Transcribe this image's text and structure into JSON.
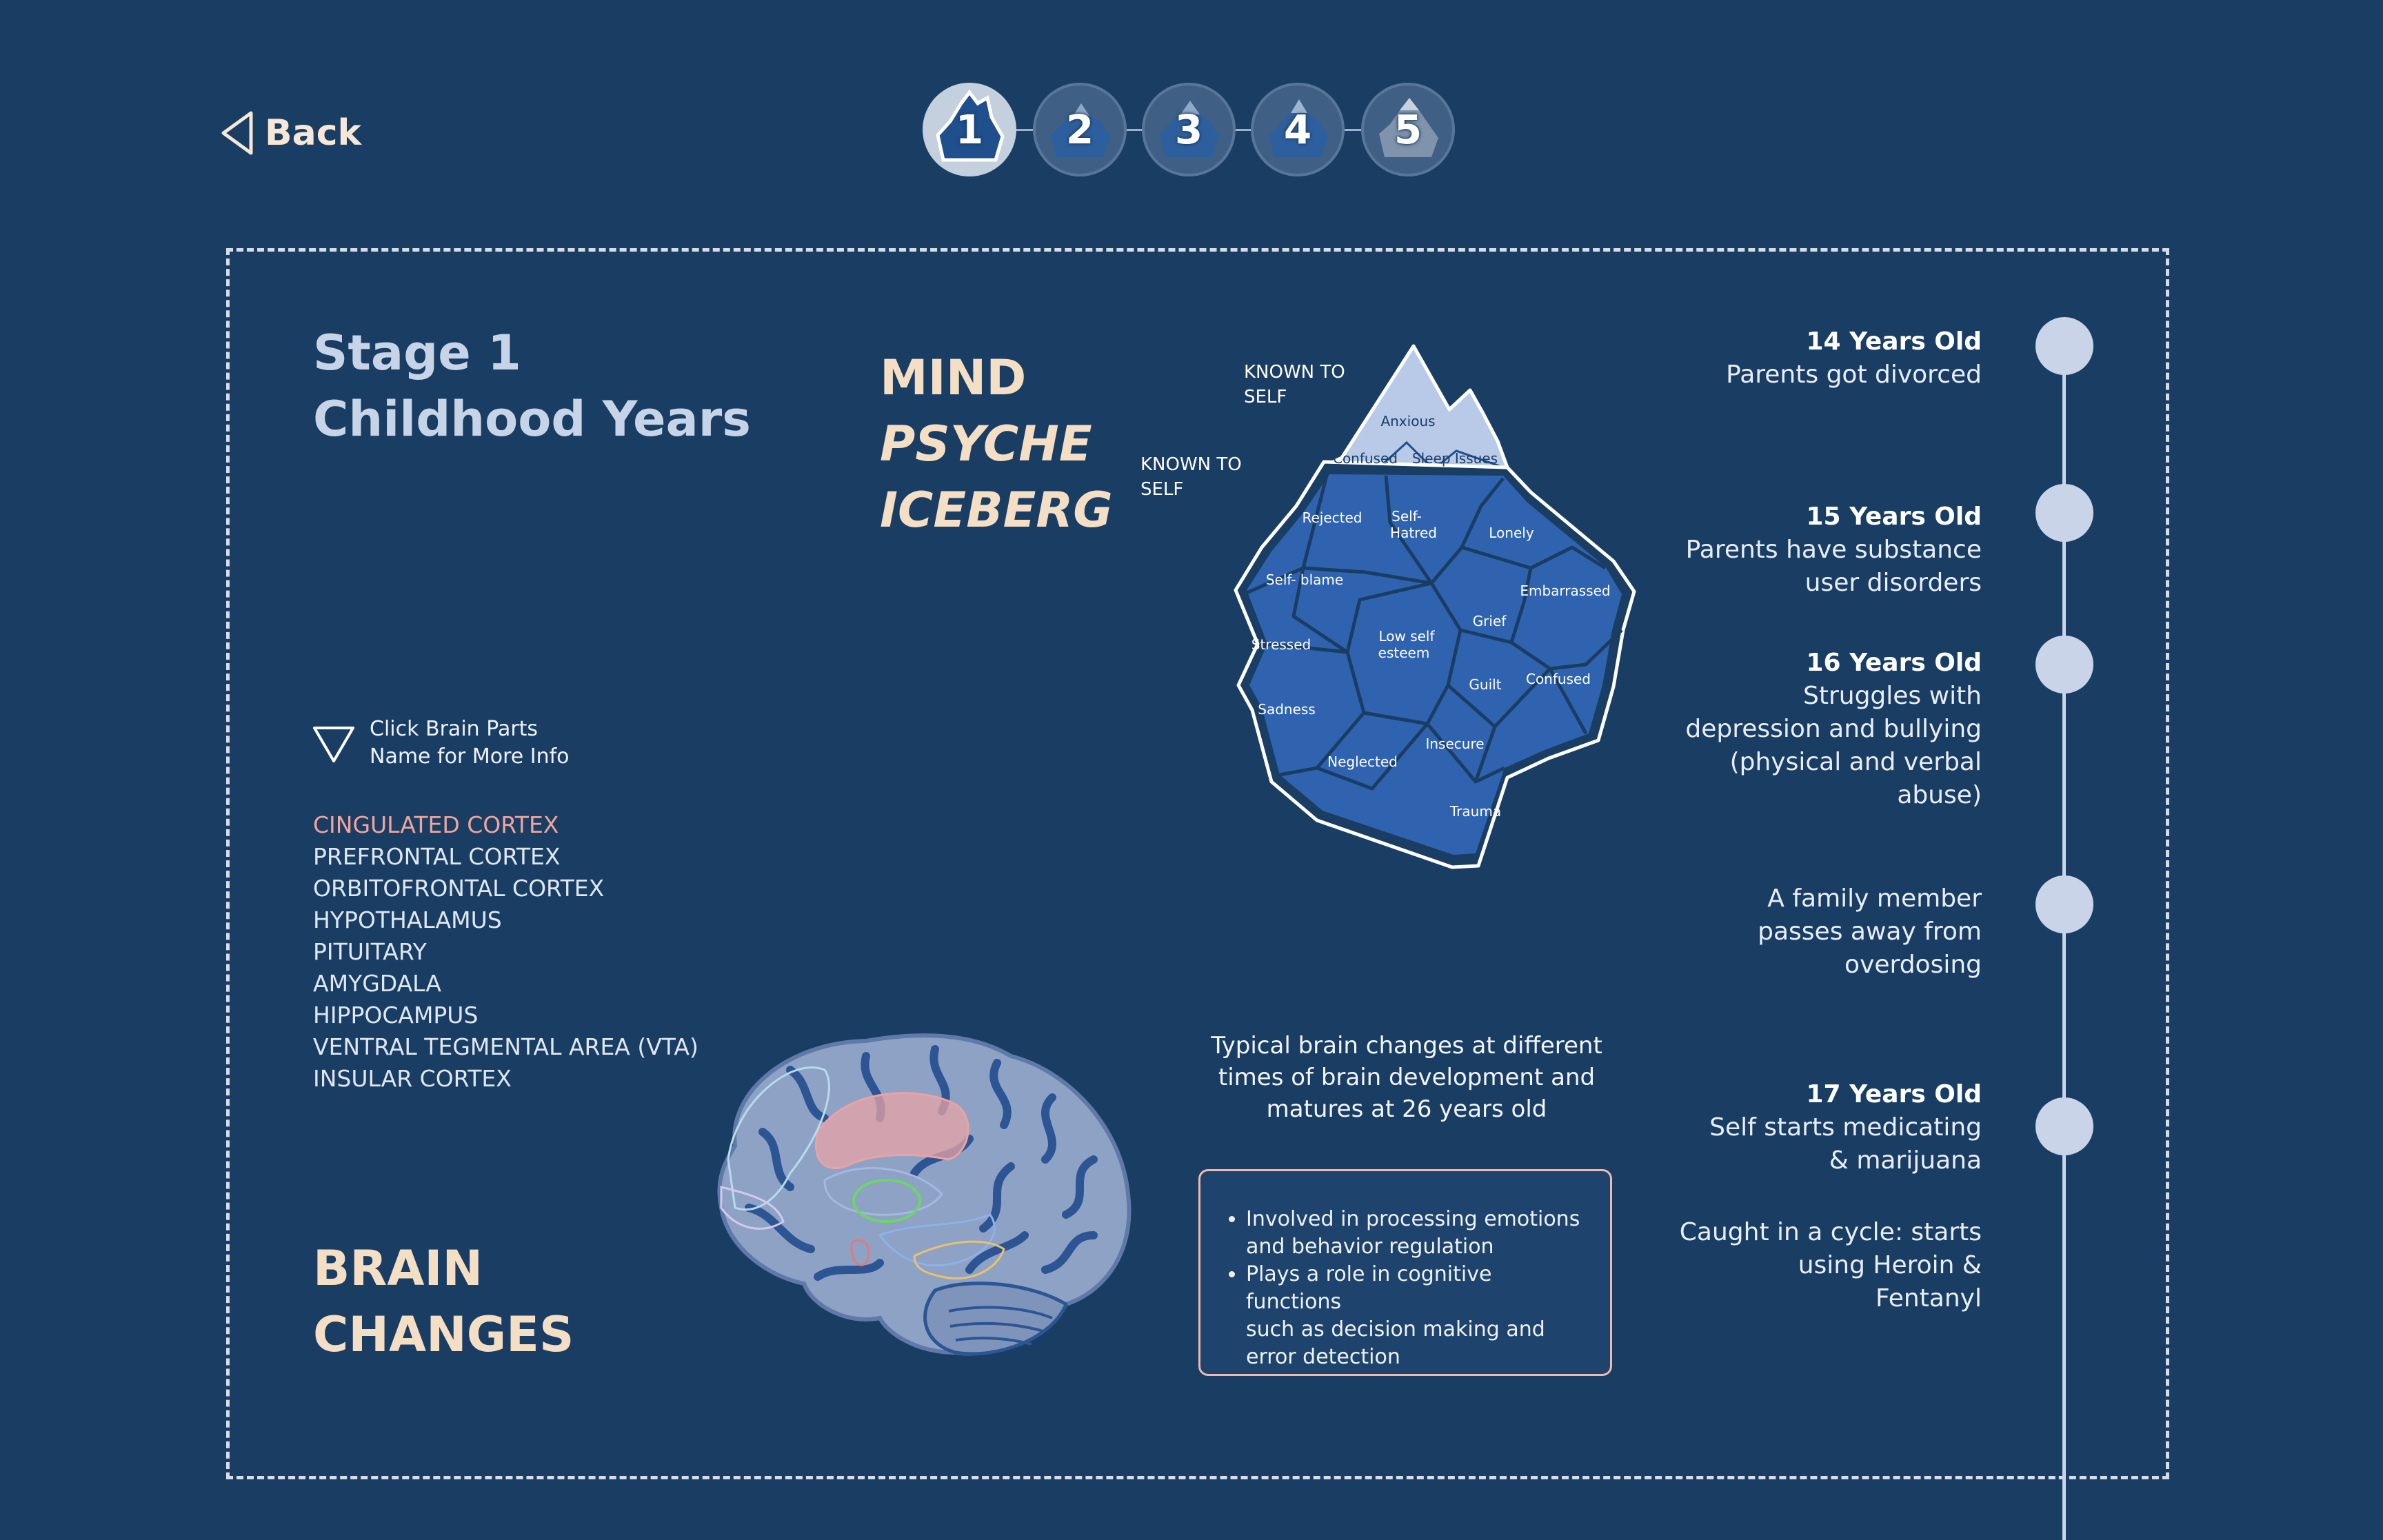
{
  "nav": {
    "back_label": "Back"
  },
  "stepper": {
    "steps": [
      "1",
      "2",
      "3",
      "4",
      "5"
    ],
    "active": 1
  },
  "stage": {
    "line1": "Stage 1",
    "line2": "Childhood Years"
  },
  "mind_title": {
    "line1": "MIND",
    "line2": "PSYCHE",
    "line3": "ICEBERG"
  },
  "iceberg": {
    "label_top": {
      "line1": "KNOWN TO",
      "line2": "SELF"
    },
    "label_left": {
      "line1": "KNOWN TO",
      "line2": "SELF"
    },
    "tip_words": [
      "Anxious",
      "Confused",
      "Sleep Issues"
    ],
    "under_words": [
      "Rejected",
      "Self-",
      "Hatred",
      "Lonely",
      "Self- blame",
      "Embarrassed",
      "Grief",
      "Low self",
      "esteem",
      "Stressed",
      "Confused",
      "Guilt",
      "Sadness",
      "Insecure",
      "Neglected",
      "Trauma"
    ]
  },
  "hint": {
    "line1": "Click Brain Parts",
    "line2": "Name for More Info"
  },
  "brain_parts": [
    "CINGULATED CORTEX",
    "PREFRONTAL CORTEX",
    "ORBITOFRONTAL CORTEX",
    "HYPOTHALAMUS",
    "PITUITARY",
    "AMYGDALA",
    "HIPPOCAMPUS",
    "VENTRAL TEGMENTAL AREA (VTA)",
    "INSULAR CORTEX"
  ],
  "selected_part": "CINGULATED CORTEX",
  "brain_changes": {
    "line1": "BRAIN",
    "line2": "CHANGES"
  },
  "typical": {
    "line1": "Typical brain changes at different",
    "line2": "times of brain development and",
    "line3": "matures at 26 years old"
  },
  "info": {
    "bullet1": {
      "line1": "Involved in processing emotions",
      "line2": "and behavior regulation"
    },
    "bullet2": {
      "line1": "Plays a role in cognitive functions",
      "line2": "such as decision making and",
      "line3": "error detection"
    }
  },
  "timeline": [
    {
      "age": "14 Years Old",
      "lines": [
        "Parents got divorced"
      ]
    },
    {
      "age": "15 Years Old",
      "lines": [
        "Parents have substance",
        "user disorders"
      ]
    },
    {
      "age": "16 Years Old",
      "lines": [
        "Struggles with",
        "depression and bullying",
        "(physical and verbal",
        "abuse)"
      ]
    },
    {
      "age": "",
      "lines": [
        "A family member",
        "passes away from",
        "overdosing"
      ]
    },
    {
      "age": "17 Years Old",
      "lines": [
        "Self starts medicating",
        "& marijuana"
      ]
    },
    {
      "age": "",
      "lines": [
        "Caught in a cycle: starts",
        "using Heroin &",
        "Fentanyl"
      ]
    }
  ],
  "colors": {
    "background": "#1a3d64",
    "accent_cream": "#f4dfc5",
    "selected_part": "#f0a59b",
    "timeline": "#c9d4e8",
    "iceberg_blue": "#2f63b0"
  }
}
